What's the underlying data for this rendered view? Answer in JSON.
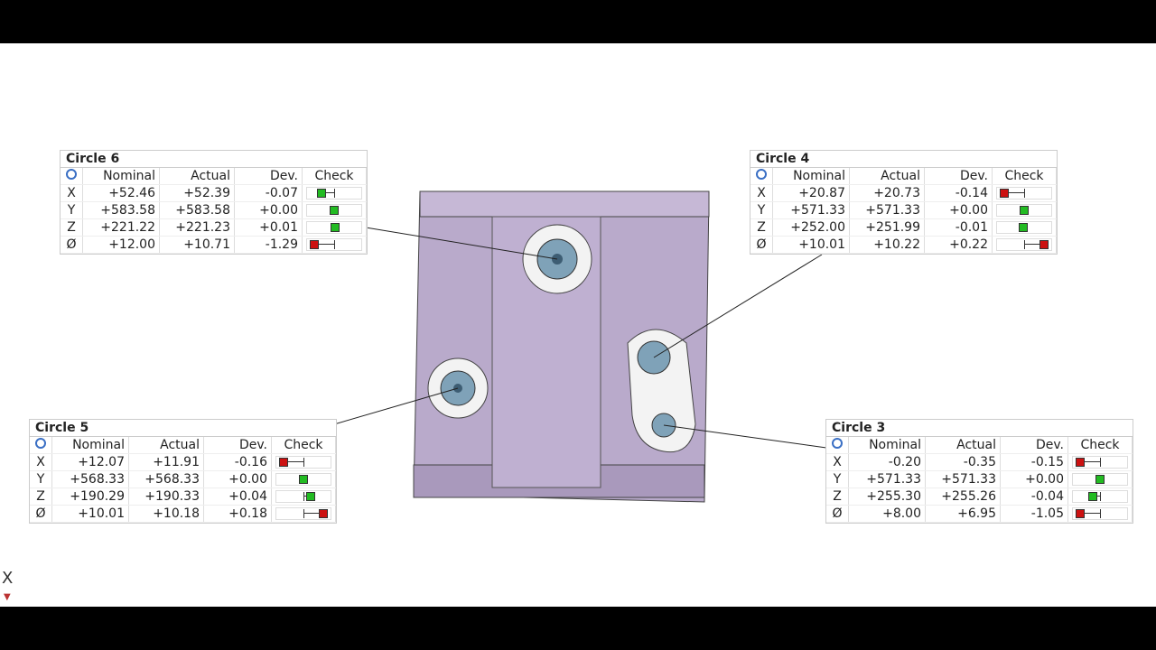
{
  "headers": {
    "nominal": "Nominal",
    "actual": "Actual",
    "dev": "Dev.",
    "check": "Check"
  },
  "circles": [
    {
      "title": "Circle 6",
      "rows": [
        {
          "axis": "X",
          "nominal": "+52.46",
          "actual": "+52.39",
          "dev": "-0.07",
          "status": "ok",
          "pos": -0.55
        },
        {
          "axis": "Y",
          "nominal": "+583.58",
          "actual": "+583.58",
          "dev": "+0.00",
          "status": "ok",
          "pos": 0
        },
        {
          "axis": "Z",
          "nominal": "+221.22",
          "actual": "+221.23",
          "dev": "+0.01",
          "status": "ok",
          "pos": 0.05
        },
        {
          "axis": "Ø",
          "nominal": "+12.00",
          "actual": "+10.71",
          "dev": "-1.29",
          "status": "fail",
          "pos": -0.85
        }
      ]
    },
    {
      "title": "Circle 4",
      "rows": [
        {
          "axis": "X",
          "nominal": "+20.87",
          "actual": "+20.73",
          "dev": "-0.14",
          "status": "fail",
          "pos": -0.85
        },
        {
          "axis": "Y",
          "nominal": "+571.33",
          "actual": "+571.33",
          "dev": "+0.00",
          "status": "ok",
          "pos": 0
        },
        {
          "axis": "Z",
          "nominal": "+252.00",
          "actual": "+251.99",
          "dev": "-0.01",
          "status": "ok",
          "pos": -0.05
        },
        {
          "axis": "Ø",
          "nominal": "+10.01",
          "actual": "+10.22",
          "dev": "+0.22",
          "status": "fail",
          "pos": 0.85
        }
      ]
    },
    {
      "title": "Circle 5",
      "rows": [
        {
          "axis": "X",
          "nominal": "+12.07",
          "actual": "+11.91",
          "dev": "-0.16",
          "status": "fail",
          "pos": -0.85
        },
        {
          "axis": "Y",
          "nominal": "+568.33",
          "actual": "+568.33",
          "dev": "+0.00",
          "status": "ok",
          "pos": 0
        },
        {
          "axis": "Z",
          "nominal": "+190.29",
          "actual": "+190.33",
          "dev": "+0.04",
          "status": "ok",
          "pos": 0.3
        },
        {
          "axis": "Ø",
          "nominal": "+10.01",
          "actual": "+10.18",
          "dev": "+0.18",
          "status": "fail",
          "pos": 0.85
        }
      ]
    },
    {
      "title": "Circle 3",
      "rows": [
        {
          "axis": "X",
          "nominal": "-0.20",
          "actual": "-0.35",
          "dev": "-0.15",
          "status": "fail",
          "pos": -0.85
        },
        {
          "axis": "Y",
          "nominal": "+571.33",
          "actual": "+571.33",
          "dev": "+0.00",
          "status": "ok",
          "pos": 0
        },
        {
          "axis": "Z",
          "nominal": "+255.30",
          "actual": "+255.26",
          "dev": "-0.04",
          "status": "ok",
          "pos": -0.3
        },
        {
          "axis": "Ø",
          "nominal": "+8.00",
          "actual": "+6.95",
          "dev": "-1.05",
          "status": "fail",
          "pos": -0.85
        }
      ]
    }
  ],
  "colors": {
    "ok": "#22bb22",
    "fail": "#cc1111",
    "part": "#b8a8c8"
  },
  "axis_label": "X"
}
